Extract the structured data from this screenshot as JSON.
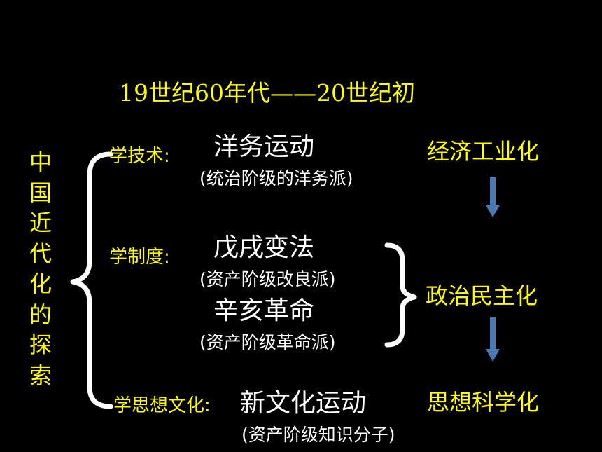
{
  "title": "19世纪60年代——20世纪初",
  "vertical_title": "中国近代化的探索",
  "rows": [
    {
      "label": "学技术:",
      "movement": "洋务运动",
      "group": "(统治阶级的洋务派)"
    },
    {
      "label": "学制度:",
      "movement": "戊戌变法",
      "group": "(资产阶级改良派)"
    },
    {
      "movement": "辛亥革命",
      "group": "(资产阶级革命派)"
    },
    {
      "label": "学思想文化:",
      "movement": "新文化运动",
      "group": "(资产阶级知识分子)"
    }
  ],
  "outcomes": [
    "经济工业化",
    "政治民主化",
    "思想科学化"
  ],
  "colors": {
    "background": "#000000",
    "text_yellow": "#ffff00",
    "text_white": "#ffffff",
    "arrow": "#4a7ab5"
  }
}
